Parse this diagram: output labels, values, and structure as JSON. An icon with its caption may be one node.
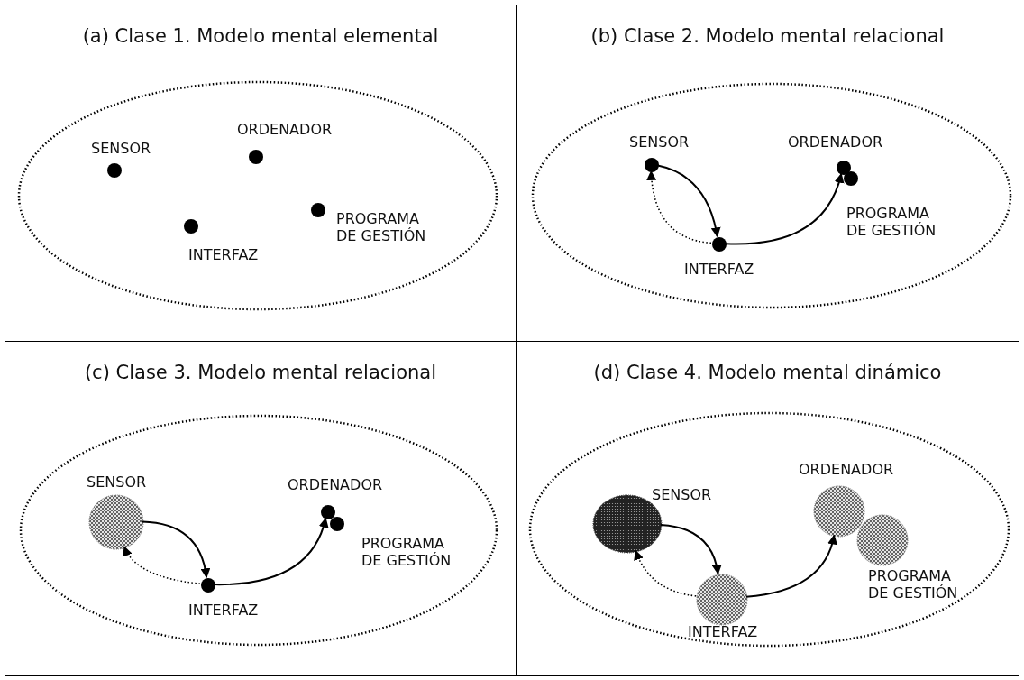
{
  "diagram": {
    "nodes": [
      {
        "text": [
          "(a) Clase 1. Modelo mental elemental"
        ]
      },
      {
        "text": [],
        "shape": "ellipse",
        "in": 0
      },
      {
        "text": [
          "SENSOR"
        ],
        "in": 1
      },
      {
        "text": [
          "ORDENADOR"
        ],
        "in": 1
      },
      {
        "text": [
          "PROGRAMA DE GESTIÓN"
        ],
        "in": 1
      },
      {
        "text": [
          "INTERFAZ"
        ],
        "in": 1
      },
      {
        "text": [
          "(b) Clase 2. Modelo mental relacional"
        ]
      },
      {
        "text": [],
        "shape": "ellipse",
        "in": 6
      },
      {
        "text": [
          "SENSOR"
        ],
        "in": 7
      },
      {
        "text": [
          "ORDENADOR"
        ],
        "in": 7
      },
      {
        "text": [
          "PROGRAMA DE GESTIÓN"
        ],
        "in": 7
      },
      {
        "text": [
          "INTERFAZ"
        ],
        "in": 7
      },
      {
        "text": [
          "(c) Clase 3. Modelo mental relacional"
        ]
      },
      {
        "text": [],
        "shape": "ellipse",
        "in": 12
      },
      {
        "text": [
          "SENSOR"
        ],
        "in": 13
      },
      {
        "text": [
          "ORDENADOR"
        ],
        "in": 13
      },
      {
        "text": [
          "PROGRAMA DE GESTIÓN"
        ],
        "in": 13
      },
      {
        "text": [
          "INTERFAZ"
        ],
        "in": 13
      },
      {
        "text": [
          "(d) Clase 4. Modelo mental dinámico"
        ]
      },
      {
        "text": [],
        "shape": "ellipse",
        "in": 18
      },
      {
        "text": [
          "SENSOR"
        ],
        "in": 19
      },
      {
        "text": [
          "ORDENADOR"
        ],
        "in": 19
      },
      {
        "text": [
          "PROGRAMA DE GESTIÓN"
        ],
        "in": 19
      },
      {
        "text": [
          "INTERFAZ"
        ],
        "in": 19
      }
    ],
    "edges": [
      {
        "from": 8,
        "to": 11,
        "arrow": "to"
      },
      {
        "from": 11,
        "to": 8,
        "arrow": "to",
        "style": "dashed"
      },
      {
        "from": 11,
        "to": 9,
        "arrow": "to"
      },
      {
        "from": 14,
        "to": 17,
        "arrow": "to"
      },
      {
        "from": 17,
        "to": 14,
        "arrow": "to",
        "style": "dashed"
      },
      {
        "from": 17,
        "to": 15,
        "arrow": "to"
      },
      {
        "from": 20,
        "to": 23,
        "arrow": "to"
      },
      {
        "from": 23,
        "to": 20,
        "arrow": "to",
        "style": "dashed"
      },
      {
        "from": 23,
        "to": 21,
        "arrow": "to"
      }
    ]
  }
}
